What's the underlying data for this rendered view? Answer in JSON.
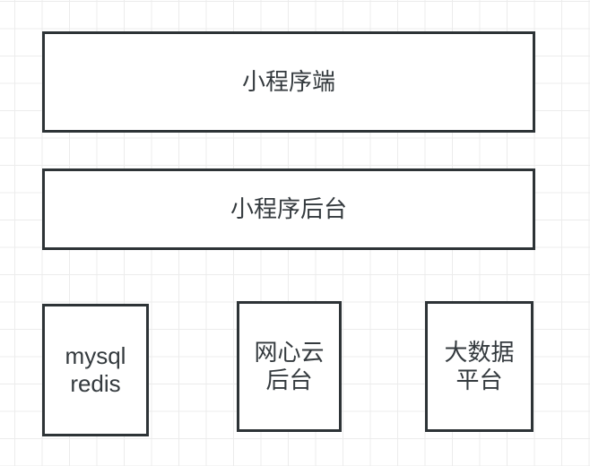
{
  "canvas": {
    "background": "#ffffff",
    "grid_color": "#ececec",
    "stroke_color": "#2d3336",
    "text_color": "#343a3e"
  },
  "diagram": {
    "nodes": [
      {
        "id": "miniprogram-client",
        "lines": [
          "小程序端"
        ]
      },
      {
        "id": "miniprogram-backend",
        "lines": [
          "小程序后台"
        ]
      },
      {
        "id": "mysql-redis",
        "lines": [
          "mysql",
          "redis"
        ]
      },
      {
        "id": "wangxin-cloud-backend",
        "lines": [
          "网心云",
          "后台"
        ]
      },
      {
        "id": "bigdata-platform",
        "lines": [
          "大数据",
          "平台"
        ]
      }
    ]
  }
}
